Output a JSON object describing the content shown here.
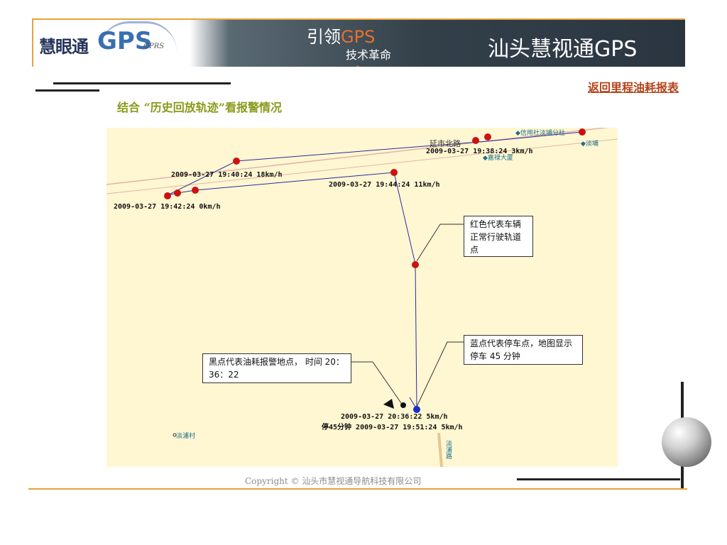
{
  "header": {
    "logo_text": "慧眼通",
    "logo_gps": "GPS",
    "logo_gprs": "GPRS",
    "slogan_prefix": "引领",
    "slogan_gps": "GPS",
    "slogan_line2": "技术革命",
    "brand": "汕头慧视通GPS"
  },
  "back_link": "返回里程油耗报表",
  "subtitle": "结合 “历史回放轨迹”看报警情况",
  "map": {
    "road_name": "延市北路",
    "places": {
      "credit_union": "◆信用社淡埔分社",
      "danpu": "◆淡埔",
      "jiamei": "◆嘉禄大厦",
      "danpu_village": "淡浦村",
      "danpu_road": "淡浦路"
    },
    "track_labels": {
      "t1938": "2009-03-27 19:38:24 3km/h",
      "t1940": "2009-03-27 19:40:24 18km/h",
      "t1944": "2009-03-27 19:44:24 11km/h",
      "t1942": "2009-03-27 19:42:24 0km/h",
      "t2036": "2009-03-27 20:36:22 5km/h",
      "t1951": "停45分钟  2009-03-27 19:51:24 5km/h"
    },
    "callouts": {
      "red": "红色代表车辆正常行驶轨道点",
      "blue": "蓝点代表停车点，地图显示停车 45 分钟",
      "black": "黑点代表油耗报警地点， 时间 20：36：22"
    }
  },
  "copyright": "Copyright © 汕头市慧视通导航科技有限公司"
}
